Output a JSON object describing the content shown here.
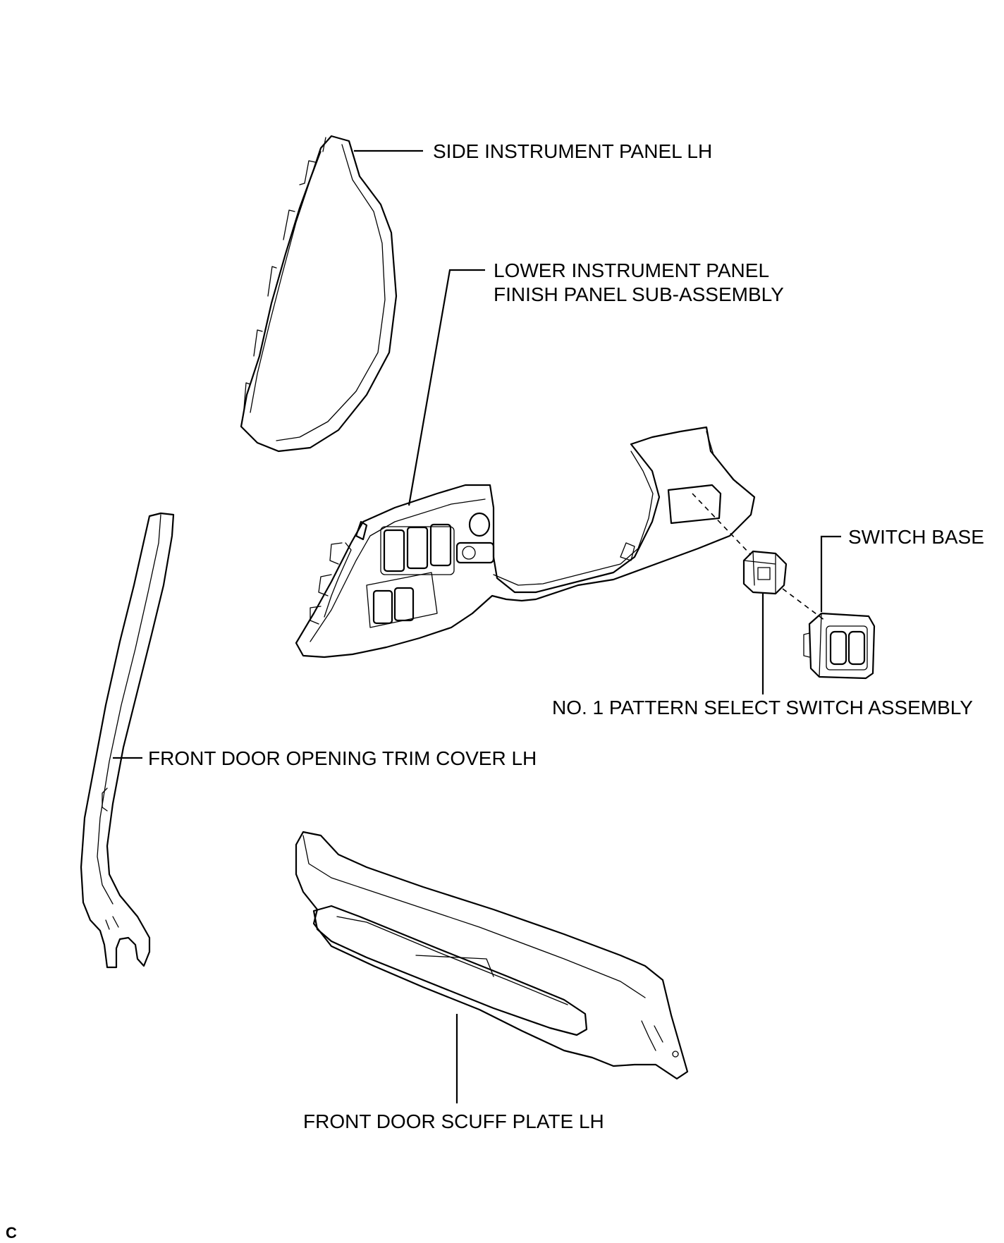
{
  "labels": {
    "side_instrument_panel": "SIDE INSTRUMENT PANEL LH",
    "lower_panel_line1": "LOWER INSTRUMENT PANEL",
    "lower_panel_line2": "FINISH PANEL SUB-ASSEMBLY",
    "switch_base": "SWITCH BASE",
    "pattern_switch": "NO. 1 PATTERN SELECT SWITCH ASSEMBLY",
    "trim_cover": "FRONT DOOR OPENING TRIM COVER LH",
    "scuff_plate": "FRONT DOOR SCUFF PLATE LH"
  },
  "corner_code": "C"
}
